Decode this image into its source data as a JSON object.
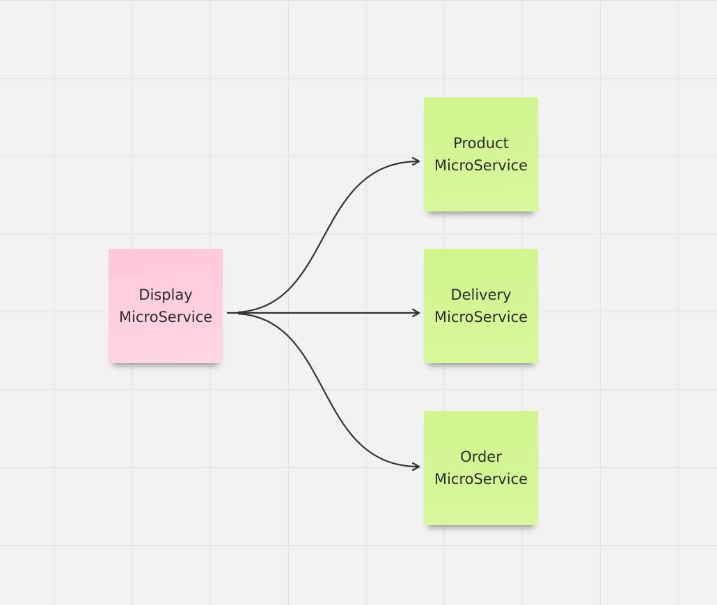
{
  "notes": {
    "display": {
      "text": "Display MicroService",
      "color": "#ffcedd"
    },
    "product": {
      "text": "Product MicroService",
      "color": "#d4f694"
    },
    "delivery": {
      "text": "Delivery MicroService",
      "color": "#d4f694"
    },
    "order": {
      "text": "Order MicroService",
      "color": "#d4f694"
    }
  },
  "connectors": [
    {
      "from": "display",
      "to": "product"
    },
    {
      "from": "display",
      "to": "delivery"
    },
    {
      "from": "display",
      "to": "order"
    }
  ],
  "colors": {
    "canvas": "#f2f2f2",
    "grid": "#e3e3e3",
    "connector": "#333333"
  }
}
